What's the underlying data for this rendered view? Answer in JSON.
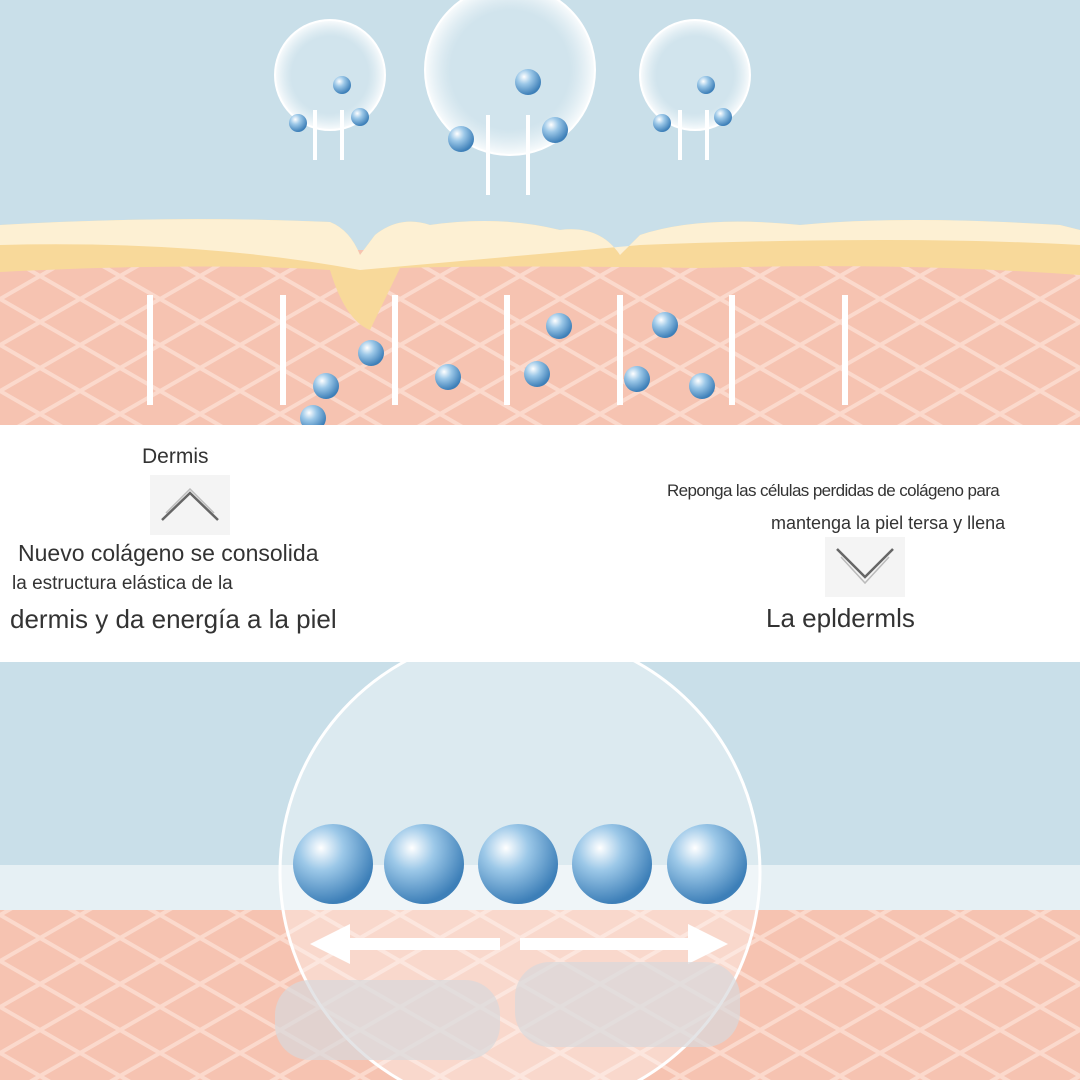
{
  "labels": {
    "dermis": "Dermis",
    "left_line1": "Nuevo colágeno se consolida",
    "left_line2": "la estructura elástica de la",
    "left_line3": "dermis y da energía a la piel",
    "right_line1": "Reponga las células perdidas de colágeno para",
    "right_line2": "mantenga la piel tersa y llena",
    "epidermis": "La epldermls"
  },
  "colors": {
    "sky": "#c7dde8",
    "skin": "#f6c7b6",
    "skin_line": "#f9dccf",
    "epidermis_yellow": "#f8dc9a",
    "bead": "#7fb4dc"
  }
}
